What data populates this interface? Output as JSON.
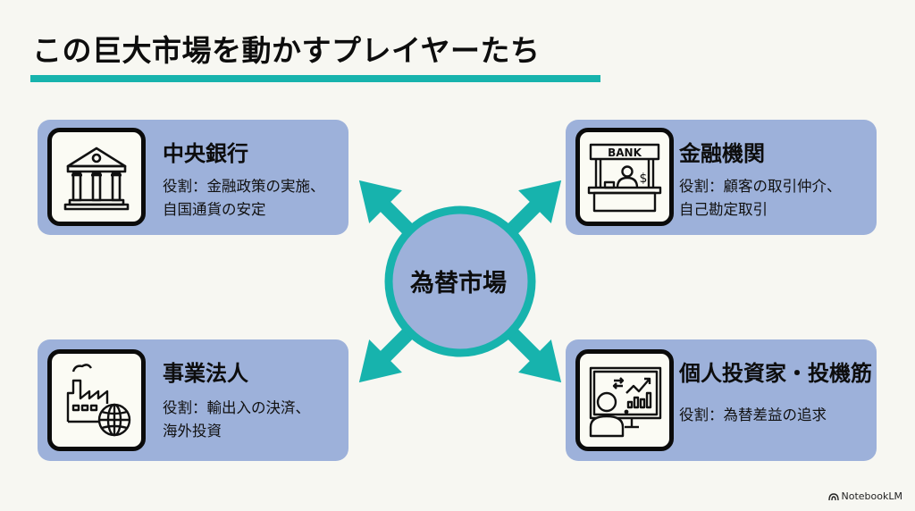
{
  "slide": {
    "title": "この巨大市場を動かすプレイヤーたち",
    "accent_color": "#17b3ad",
    "card_color": "#9db1da"
  },
  "hub": {
    "label": "為替市場"
  },
  "players": [
    {
      "id": "central-bank",
      "icon": "bank-building-icon",
      "name": "中央銀行",
      "role_lines": [
        "役割：金融政策の実施、",
        "自国通貨の安定"
      ]
    },
    {
      "id": "financial-institution",
      "icon": "bank-counter-icon",
      "icon_text": "BANK",
      "name": "金融機関",
      "role_lines": [
        "役割：顧客の取引仲介、",
        "自己勘定取引"
      ]
    },
    {
      "id": "corporation",
      "icon": "factory-globe-icon",
      "name": "事業法人",
      "role_lines": [
        "役割：輸出入の決済、",
        "海外投資"
      ]
    },
    {
      "id": "individual-speculator",
      "icon": "trader-monitor-icon",
      "name": "個人投資家・投機筋",
      "role_lines": [
        "役割：為替差益の追求"
      ]
    }
  ],
  "footer": {
    "brand": "NotebookLM"
  }
}
